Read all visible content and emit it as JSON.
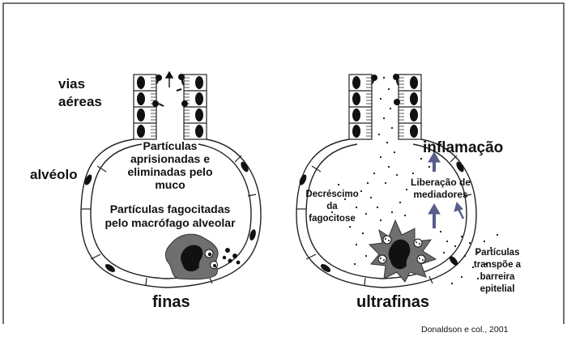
{
  "left_panel": {
    "airways_label_line1": "vias",
    "airways_label_line2": "aéreas",
    "alveolus_label": "alvéolo",
    "trapped_text_line1": "Partículas",
    "trapped_text_line2": "aprisionadas e",
    "trapped_text_line3": "eliminadas pelo",
    "trapped_text_line4": "muco",
    "phago_text_line1": "Partículas  fagocitadas",
    "phago_text_line2": "pelo macrófago alveolar",
    "caption": "finas"
  },
  "right_panel": {
    "inflammation_label": "inflamação",
    "mediators_line1": "Liberação de",
    "mediators_line2": "mediadores",
    "decrease_line1": "Decréscimo",
    "decrease_line2": "da",
    "decrease_line3": "fagocitose",
    "cross_line1": "Partículas",
    "cross_line2": "transpõe a",
    "cross_line3": "barreira",
    "cross_line4": "epitelial",
    "caption": "ultrafinas"
  },
  "credit": "Donaldson e col., 2001",
  "colors": {
    "arrow": "#565e8c",
    "macrophage": "#6f6f6f",
    "nucleus": "#111111",
    "outline": "#222222"
  }
}
